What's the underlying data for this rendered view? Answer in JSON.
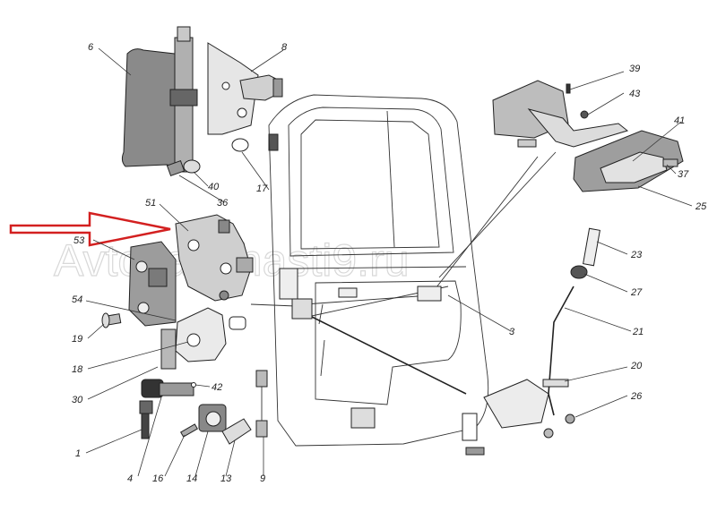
{
  "watermark": "Avtozapchasti9.ru",
  "labels": {
    "p1": "1",
    "p3": "3",
    "p4": "4",
    "p6": "6",
    "p8": "8",
    "p9": "9",
    "p13": "13",
    "p14": "14",
    "p16": "16",
    "p17": "17",
    "p18": "18",
    "p19": "19",
    "p20": "20",
    "p21": "21",
    "p23": "23",
    "p25": "25",
    "p26": "26",
    "p27": "27",
    "p30": "30",
    "p36": "36",
    "p37": "37",
    "p39": "39",
    "p40": "40",
    "p41": "41",
    "p42": "42",
    "p43": "43",
    "p51": "51",
    "p53": "53",
    "p54": "54"
  },
  "colors": {
    "arrow": "#d32020",
    "part_fill": "#9a9a9a",
    "part_dark": "#6e6e6e",
    "line": "#333333"
  }
}
